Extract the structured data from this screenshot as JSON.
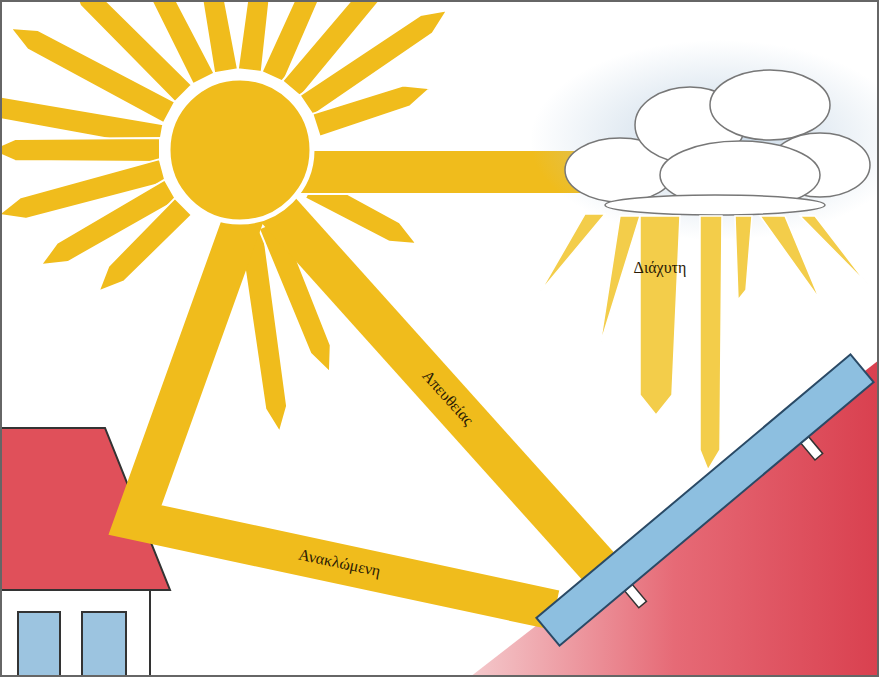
{
  "diagram": {
    "labels": [
      "Διάχυτη",
      "Απευθείας",
      "Ανακλώμενη"
    ]
  }
}
